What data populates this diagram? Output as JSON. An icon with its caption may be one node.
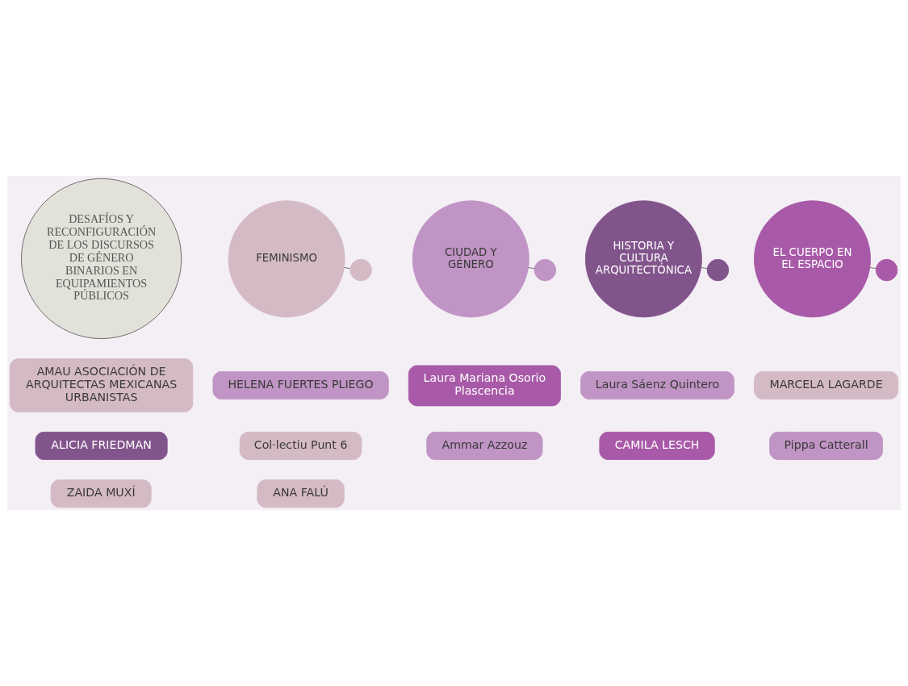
{
  "diagram": {
    "nodes": [
      {
        "text": [
          "AMAU ASOCIACIÓN DE ARQUITECTAS MEXICANAS URBANISTAS"
        ]
      },
      {
        "text": [
          "HELENA FUERTES PLIEGO"
        ]
      },
      {
        "text": [
          "Laura Sáenz Quintero"
        ]
      },
      {
        "text": [
          "ZAIDA MUXÍ"
        ]
      },
      {
        "text": [
          "Pippa Catterall"
        ]
      },
      {
        "text": [
          "FEMINISMO"
        ]
      },
      {
        "text": [
          "Col·lectiu Punt 6"
        ]
      },
      {
        "text": [
          "CIUDAD Y GÉNERO"
        ]
      },
      {
        "text": [],
        "shape": "circle"
      },
      {
        "text": [],
        "shape": "circle"
      },
      {
        "text": [
          "ANA FALÚ"
        ]
      },
      {
        "text": [
          "DESAFÍOS Y RECONFIGURACIÓN DE LOS DISCURSOS DE GÉNERO BINARIOS EN EQUIPAMIENTOS PÚBLICOS"
        ]
      },
      {
        "text": [
          "Ammar Azzouz"
        ]
      },
      {
        "text": [
          "MARCELA LAGARDE"
        ]
      },
      {
        "text": [],
        "shape": "circle"
      },
      {
        "text": [],
        "shape": "circle"
      },
      {
        "text": [
          "EL CUERPO EN EL ESPACIO"
        ]
      },
      {
        "text": [
          "HISTORIA Y CULTURA ARQUITECTÓNICA"
        ]
      },
      {
        "text": [
          "CAMILA LESCH"
        ]
      },
      {
        "text": [
          "Laura Mariana Osorio Plascencia"
        ]
      },
      {
        "text": [
          "ALICIA FRIEDMAN"
        ]
      }
    ],
    "edges": [
      {
        "from": 8,
        "to": 5,
        "arrow": "none"
      },
      {
        "from": 9,
        "to": 7,
        "arrow": "none"
      },
      {
        "from": 14,
        "to": 17,
        "arrow": "none"
      },
      {
        "from": 15,
        "to": 16,
        "arrow": "none"
      }
    ]
  }
}
